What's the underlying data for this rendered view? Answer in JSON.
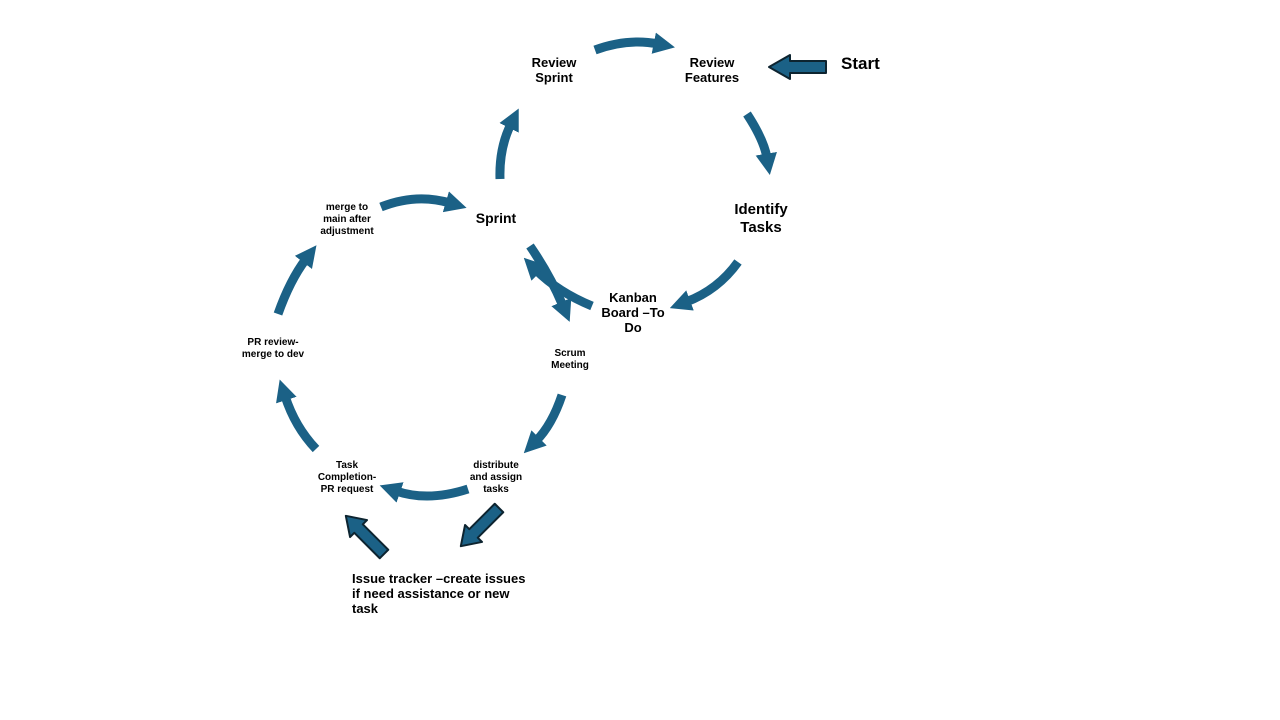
{
  "colors": {
    "arrow_fill": "#1b6186",
    "block_arrow_stroke": "#0d2430",
    "text": "#000000",
    "background": "#ffffff"
  },
  "labels": {
    "start": "Start",
    "review_features": "Review\nFeatures",
    "review_sprint": "Review\nSprint",
    "identify_tasks": "Identify\nTasks",
    "kanban": "Kanban\nBoard –To\nDo",
    "sprint": "Sprint",
    "merge_main": "merge to\nmain after\nadjustment",
    "pr_review": "PR review-\nmerge to dev",
    "scrum": "Scrum\nMeeting",
    "distribute": "distribute\nand assign\ntasks",
    "task_completion": "Task\nCompletion-\nPR request",
    "issue_tracker": "Issue tracker –create issues\nif need assistance or new\ntask"
  }
}
